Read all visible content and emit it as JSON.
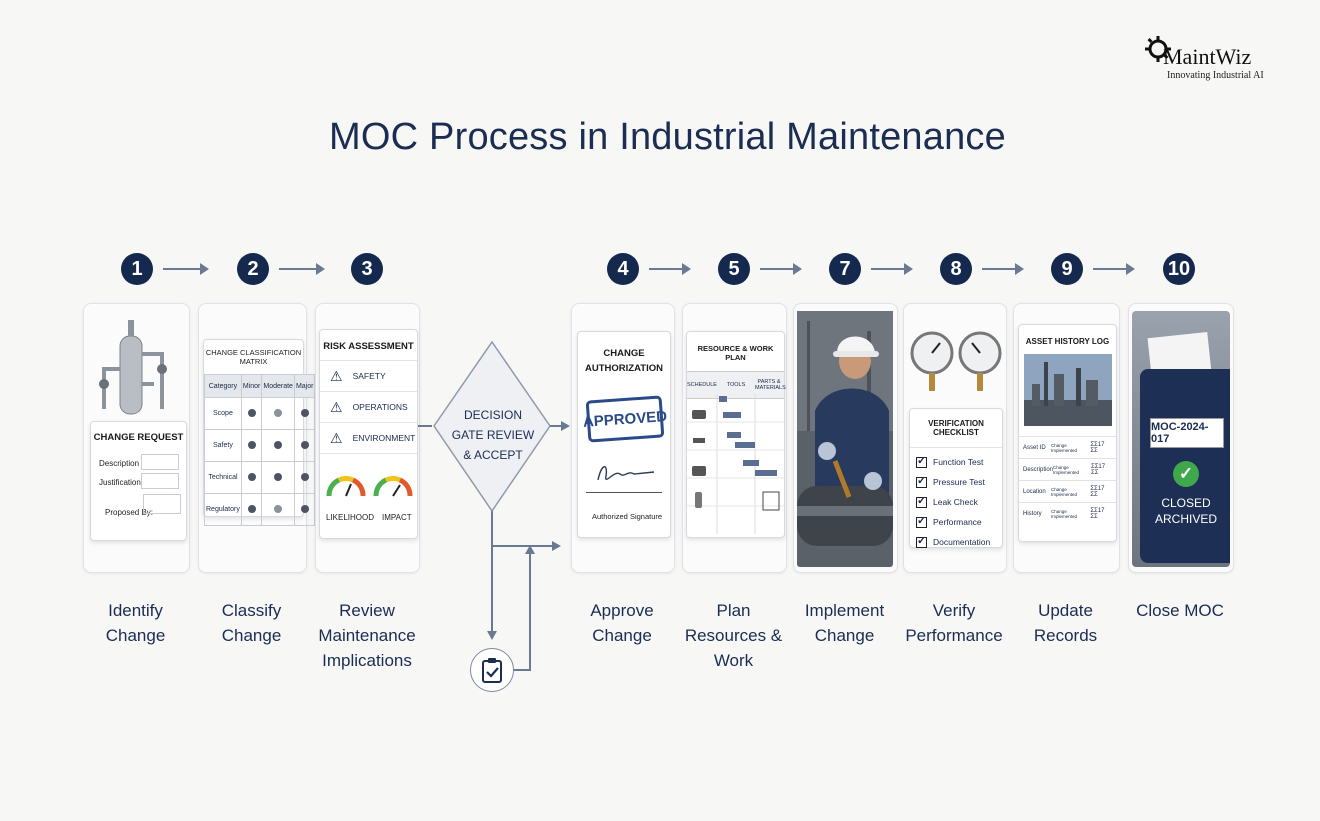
{
  "brand": {
    "name": "MaintWiz",
    "tagline": "Innovating Industrial AI"
  },
  "title": "MOC Process in Industrial Maintenance",
  "steps": [
    {
      "num": "1",
      "label": "Identify Change"
    },
    {
      "num": "2",
      "label": "Classify Change"
    },
    {
      "num": "3",
      "label": "Review Maintenance Implications"
    },
    {
      "num": "4",
      "label": "Approve Change"
    },
    {
      "num": "5",
      "label": "Plan Resources & Work"
    },
    {
      "num": "7",
      "label": "Implement Change"
    },
    {
      "num": "8",
      "label": "Verify Performance"
    },
    {
      "num": "9",
      "label": "Update Records"
    },
    {
      "num": "10",
      "label": "Close MOC"
    }
  ],
  "decision_gate": "DECISION GATE REVIEW & ACCEPT",
  "change_request": {
    "title": "CHANGE REQUEST",
    "fields": [
      "Description",
      "Justification",
      "Proposed By:"
    ]
  },
  "matrix": {
    "title": "CHANGE CLASSIFICATION MATRIX",
    "columns": [
      "Category",
      "Minor",
      "Moderate",
      "Major"
    ],
    "rows": [
      "Scope",
      "Safety",
      "Technical",
      "Regulatory"
    ]
  },
  "risk": {
    "title": "RISK ASSESSMENT",
    "items": [
      "SAFETY",
      "OPERATIONS",
      "ENVIRONMENT"
    ],
    "gauges": [
      "LIKELIHOOD",
      "IMPACT"
    ]
  },
  "authorization": {
    "title": "CHANGE AUTHORIZATION",
    "stamp": "APPROVED",
    "signature": "Authorized Signature"
  },
  "plan": {
    "title": "RESOURCE & WORK PLAN",
    "columns": [
      "SCHEDULE",
      "TOOLS",
      "PARTS & MATERIALS"
    ]
  },
  "verification": {
    "title": "VERIFICATION CHECKLIST",
    "items": [
      "Function Test",
      "Pressure Test",
      "Leak Check",
      "Performance",
      "Documentation"
    ]
  },
  "history": {
    "title": "ASSET HISTORY LOG",
    "rows": [
      {
        "key": "Asset ID",
        "val": "Change Implemented",
        "date": "ΣΣ17 ΣΣ"
      },
      {
        "key": "Description",
        "val": "Change Implemented",
        "date": "ΣΣ17 ΣΣ"
      },
      {
        "key": "Location",
        "val": "Change Implemented",
        "date": "ΣΣ17 ΣΣ"
      },
      {
        "key": "History",
        "val": "Change Implemented",
        "date": "ΣΣ17 ΣΣ"
      }
    ]
  },
  "close": {
    "id": "MOC-2024-017",
    "status_1": "CLOSED",
    "status_2": "ARCHIVED"
  }
}
